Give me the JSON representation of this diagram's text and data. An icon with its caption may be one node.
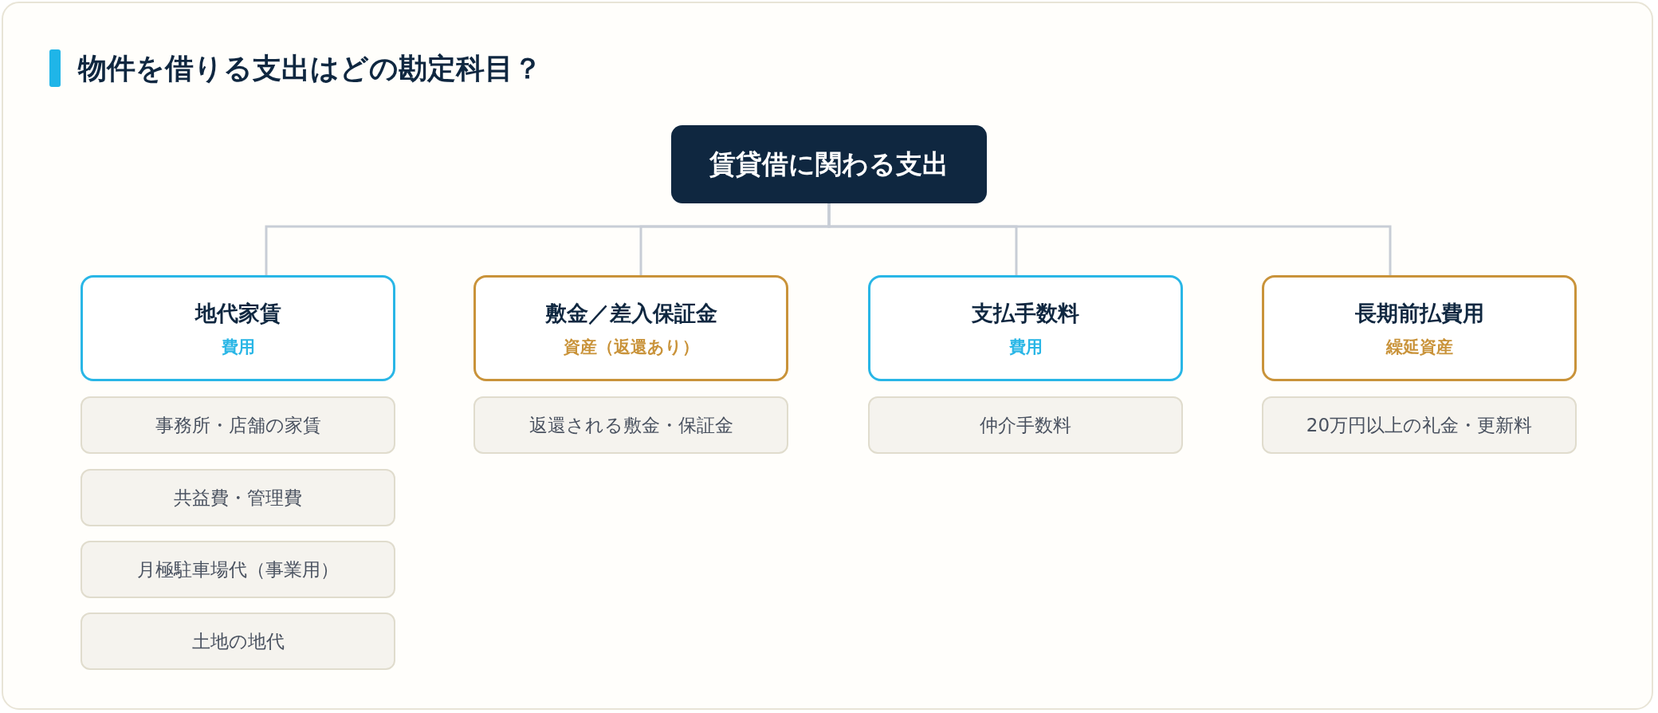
{
  "diagram": {
    "title": "物件を借りる支出はどの勘定科目？",
    "nodes": [
      {
        "text": [
          "賃貸借に関わる支出"
        ]
      },
      {
        "text": [
          "地代家賃",
          "費用"
        ]
      },
      {
        "text": [
          "敷金／差入保証金",
          "資産（返還あり）"
        ]
      },
      {
        "text": [
          "支払手数料",
          "費用"
        ]
      },
      {
        "text": [
          "長期前払費用",
          "繰延資産"
        ]
      },
      {
        "text": [
          "事務所・店舗の家賃"
        ]
      },
      {
        "text": [
          "共益費・管理費"
        ]
      },
      {
        "text": [
          "月極駐車場代（事業用）"
        ]
      },
      {
        "text": [
          "土地の地代"
        ]
      },
      {
        "text": [
          "返還される敷金・保証金"
        ]
      },
      {
        "text": [
          "仲介手数料"
        ]
      },
      {
        "text": [
          "20万円以上の礼金・更新料"
        ]
      }
    ],
    "edges": [
      {
        "from": 0,
        "to": 1,
        "arrow": "none"
      },
      {
        "from": 0,
        "to": 2,
        "arrow": "none"
      },
      {
        "from": 0,
        "to": 3,
        "arrow": "none"
      },
      {
        "from": 0,
        "to": 4,
        "arrow": "none"
      }
    ]
  }
}
